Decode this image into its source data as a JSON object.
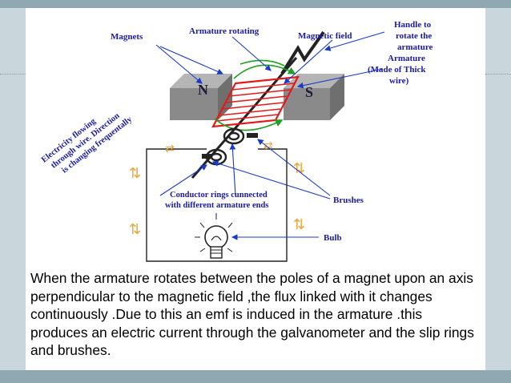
{
  "diagram": {
    "labels": {
      "magnets": "Magnets",
      "armature_rotating": "Armature rotating",
      "magnetic_field": "Magnetic field",
      "handle_lines": [
        "Handle to",
        "rotate the",
        "armature"
      ],
      "armature_lines": [
        "Armature",
        "(Made of Thick",
        "wire)"
      ],
      "pole_n": "N",
      "pole_s": "S",
      "electricity_lines": [
        "Electricity flowing",
        "through wire. Direction",
        "is changing frequentally"
      ],
      "conductor_lines": [
        "Conductor rings cunnected",
        "with different armature ends"
      ],
      "brushes": "Brushes",
      "bulb": "Bulb"
    },
    "current_arrow_symbol": "⇅",
    "colors": {
      "label": "#1a1aa8",
      "arrow": "#1a3acc",
      "field": "#1fa01f",
      "coil": "#e31a1a",
      "magnet": "#8a8a8a",
      "current": "#e8a83a"
    }
  },
  "caption": "When the armature rotates between the poles of a magnet upon an axis perpendicular to the magnetic field ,the flux linked with it changes continuously .Due to this an emf is induced in the armature .this produces an electric current through the galvanometer and the slip rings and brushes."
}
